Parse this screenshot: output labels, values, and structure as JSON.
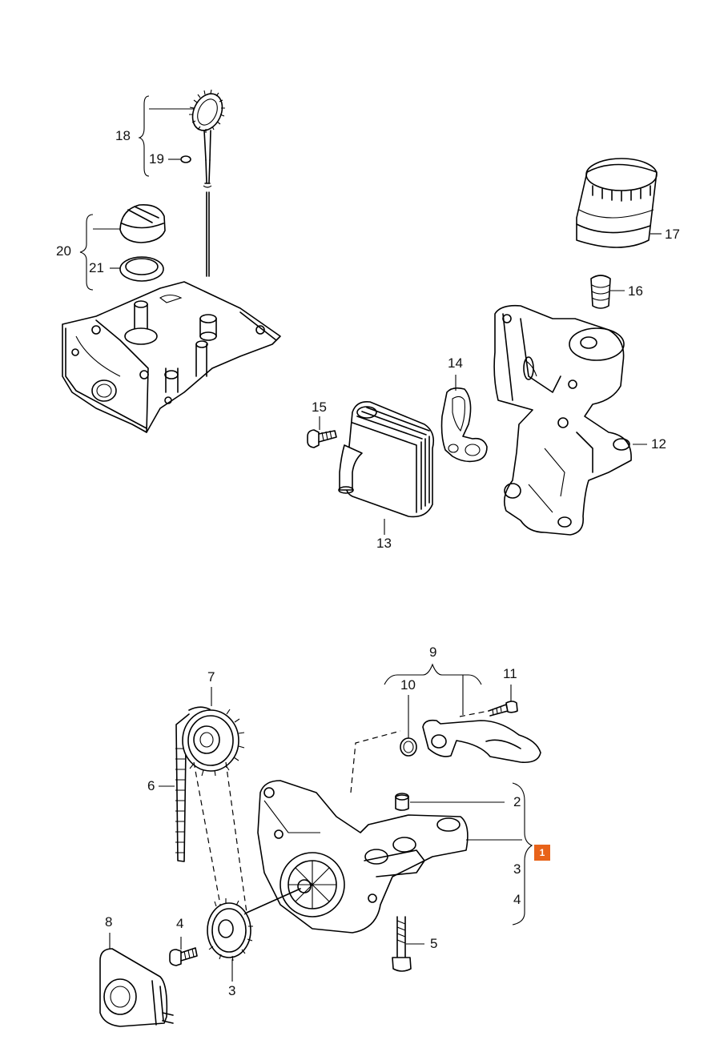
{
  "callouts": {
    "c1": "1",
    "c2": "2",
    "c3a": "3",
    "c3b": "3",
    "c4a": "4",
    "c4b": "4",
    "c5": "5",
    "c6": "6",
    "c7": "7",
    "c8": "8",
    "c9": "9",
    "c10": "10",
    "c11": "11",
    "c12": "12",
    "c13": "13",
    "c14": "14",
    "c15": "15",
    "c16": "16",
    "c17": "17",
    "c18": "18",
    "c19": "19",
    "c20": "20",
    "c21": "21"
  },
  "icons": {
    "badge_icon": "orange-square-number-badge"
  },
  "colors": {
    "badge": "#E8631A",
    "line": "#000000",
    "background": "#FFFFFF"
  }
}
